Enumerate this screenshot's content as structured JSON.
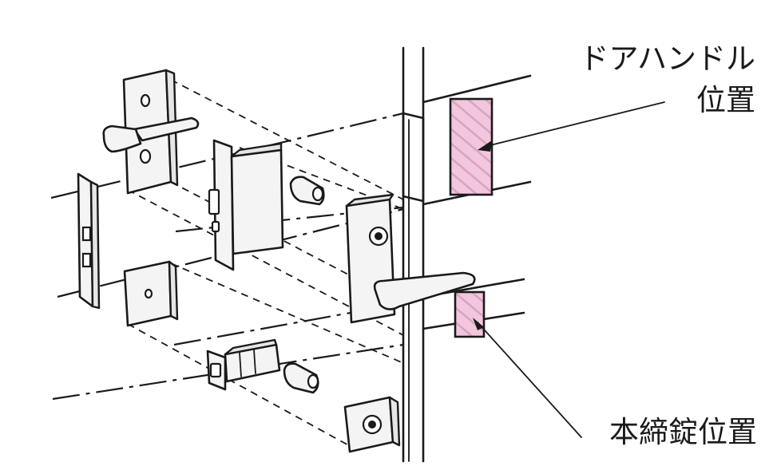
{
  "labels": {
    "handle_line1": "ドアハンドル",
    "handle_line2": "位置",
    "deadbolt": "本締錠位置"
  },
  "colors": {
    "line": "#1a1a1a",
    "hatch_fill": "#f2c6dc",
    "hatch_stripe": "#d9a3bf",
    "part_fill": "#f4f4f4",
    "background": "#ffffff"
  }
}
